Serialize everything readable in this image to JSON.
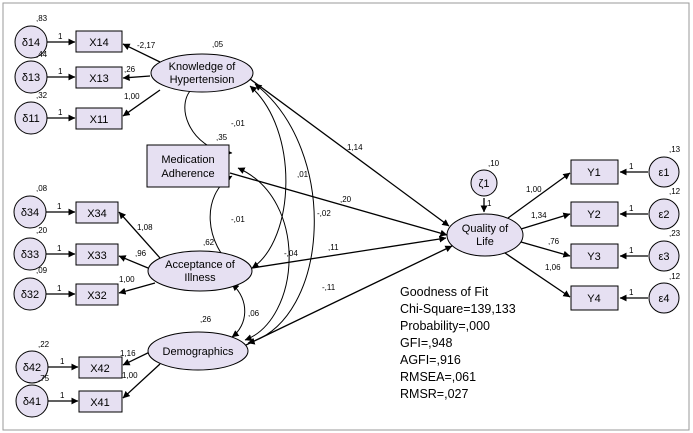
{
  "colors": {
    "node_fill": "#e6e0f2",
    "stroke": "#000000",
    "frame": "#9a9a9a"
  },
  "latents": {
    "knowledge": {
      "line1": "Knowledge of",
      "line2": "Hypertension",
      "r2": ",05"
    },
    "acceptance": {
      "line1": "Acceptance of",
      "line2": "Illness",
      "r2": ",62"
    },
    "demographics": {
      "line1": "Demographics",
      "r2": ",26"
    },
    "qol": {
      "line1": "Quality of",
      "line2": "Life",
      "r2": ",10"
    }
  },
  "medication": {
    "line1": "Medication",
    "line2": "Adherence",
    "r2": ",35"
  },
  "indicators": {
    "x14": {
      "label": "X14",
      "err": "δ14",
      "r2": ",83",
      "loading": "-2,17"
    },
    "x13": {
      "label": "X13",
      "err": "δ13",
      "r2": ",44",
      "loading": ",26"
    },
    "x11": {
      "label": "X11",
      "err": "δ11",
      "r2": ",32",
      "loading": "1,00"
    },
    "x34": {
      "label": "X34",
      "err": "δ34",
      "r2": ",08",
      "loading": "1,08"
    },
    "x33": {
      "label": "X33",
      "err": "δ33",
      "r2": ",20",
      "loading": ",96"
    },
    "x32": {
      "label": "X32",
      "err": "δ32",
      "r2": ",09",
      "loading": "1,00"
    },
    "x42": {
      "label": "X42",
      "err": "δ42",
      "r2": ",22",
      "loading": "1,16"
    },
    "x41": {
      "label": "X41",
      "err": "δ41",
      "r2": ",75",
      "loading": "1,00"
    },
    "y1": {
      "label": "Y1",
      "err": "ε1",
      "r2": ",13",
      "loading": "1,00"
    },
    "y2": {
      "label": "Y2",
      "err": "ε2",
      "r2": ",12",
      "loading": "1,34"
    },
    "y3": {
      "label": "Y3",
      "err": "ε3",
      "r2": ",23",
      "loading": ",76"
    },
    "y4": {
      "label": "Y4",
      "err": "ε4",
      "r2": ",12",
      "loading": "1,06"
    }
  },
  "zeta": {
    "label": "ζ1"
  },
  "fixed_one": "1",
  "paths": {
    "know_qol": "1,14",
    "med_qol": ",20",
    "acc_qol": ",11",
    "demo_qol": "-,11",
    "know_med": "-,01",
    "acc_med": "-,01",
    "know_acc": ",01",
    "know_demo": "-,02",
    "med_demo": "-,04",
    "acc_demo": ",06"
  },
  "goodness": {
    "title": "Goodness of Fit",
    "chi_square": "Chi-Square=139,133",
    "probability": "Probability=,000",
    "gfi": "GFI=,948",
    "agfi": "AGFI=,916",
    "rmsea": "RMSEA=,061",
    "rmsr": "RMSR=,027"
  }
}
